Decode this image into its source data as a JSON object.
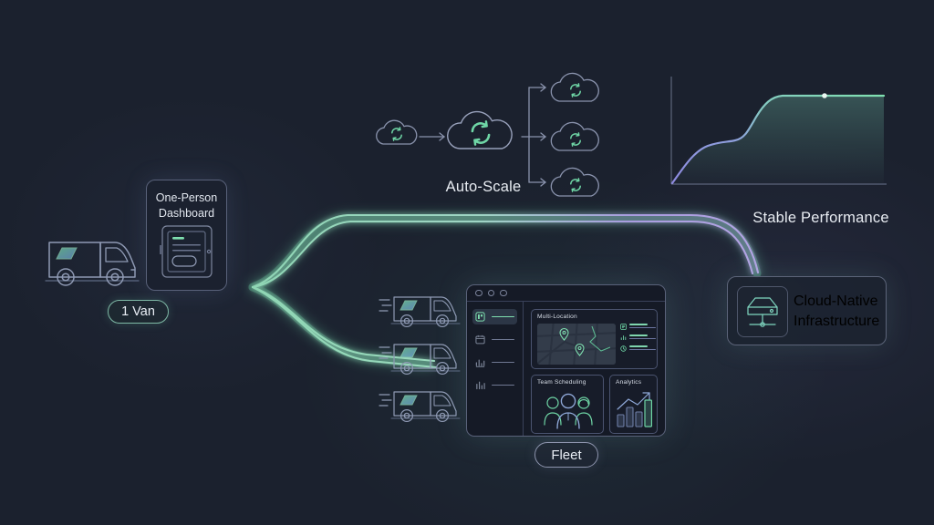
{
  "meta": {
    "title": "Scaling diagram: One-Person Dashboard to Cloud-Native Infrastructure",
    "background_color": "#1b212e",
    "accent_green": "#7fe0b0",
    "accent_purple": "#a79bdf",
    "accent_blue": "#8fa8d8",
    "stroke_color": "#8b94ad",
    "text_color": "#e8ecf2"
  },
  "left_stage": {
    "van_icon": "delivery-van-icon",
    "badge": "1 Van",
    "card": {
      "title": "One-Person\nDashboard",
      "tablet_icon": "tablet-device-icon"
    }
  },
  "autoscale": {
    "label": "Auto-Scale",
    "source_cloud_icon": "cloud-sync-icon",
    "hub_cloud_icon": "cloud-sync-icon",
    "replica_cloud_icons": [
      "cloud-sync-icon",
      "cloud-sync-icon",
      "cloud-sync-icon"
    ],
    "arrow_icon": "arrow-right-icon",
    "replica_count": 3
  },
  "performance": {
    "label": "Stable Performance",
    "marker_icon": "data-point-marker"
  },
  "fleet": {
    "badge": "Fleet",
    "van_count": 3,
    "van_icon": "delivery-van-icon",
    "window": {
      "traffic_lights": [
        "window-dot",
        "window-dot",
        "window-dot"
      ],
      "sidebar_items": [
        {
          "icon": "dashboard-icon",
          "active": true
        },
        {
          "icon": "calendar-icon",
          "active": false
        },
        {
          "icon": "chart-icon",
          "active": false
        },
        {
          "icon": "report-icon",
          "active": false
        }
      ],
      "panels": {
        "map": {
          "title": "Multi-Location",
          "map_icon": "street-map",
          "pins": [
            "map-pin-icon",
            "map-pin-icon"
          ],
          "side_rows": [
            {
              "icon": "location-list-icon"
            },
            {
              "icon": "activity-icon"
            },
            {
              "icon": "clock-icon"
            }
          ]
        },
        "team": {
          "title": "Team Scheduling",
          "icon": "team-people-icon",
          "people": 3
        },
        "analytics": {
          "title": "Analytics",
          "icon": "bar-chart-trend-icon",
          "bars": 4
        }
      }
    }
  },
  "infrastructure": {
    "icon": "server-network-icon",
    "title": "Cloud-Native\nInfrastructure"
  },
  "chart_data": {
    "type": "line",
    "title": "Stable Performance",
    "xlabel": "",
    "ylabel": "",
    "grid": false,
    "legend": null,
    "xlim": [
      0,
      100
    ],
    "ylim": [
      0,
      100
    ],
    "series": [
      {
        "name": "Performance",
        "x": [
          0,
          8,
          16,
          24,
          32,
          40,
          46,
          52,
          58,
          64,
          70,
          78,
          86,
          94,
          100
        ],
        "y": [
          2,
          16,
          30,
          40,
          44,
          45,
          48,
          58,
          72,
          84,
          90,
          91,
          91,
          91,
          91
        ]
      }
    ],
    "annotations": [
      {
        "type": "point",
        "x": 74,
        "y": 91,
        "label": ""
      }
    ],
    "colors": {
      "start": "#8e8ae0",
      "end": "#7fe0b0",
      "fill": "rgba(110,190,170,0.18)"
    }
  }
}
